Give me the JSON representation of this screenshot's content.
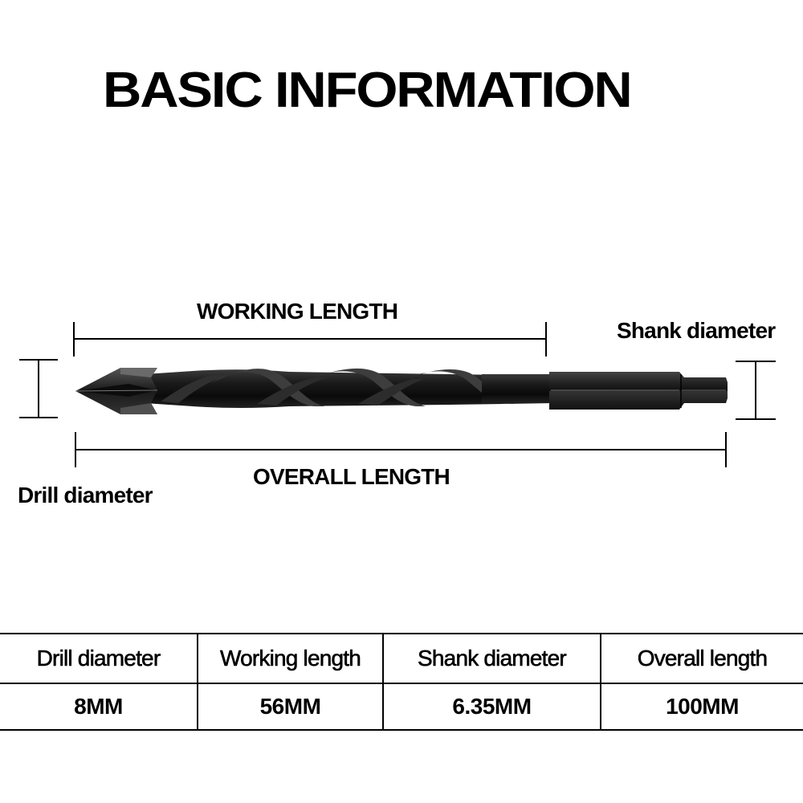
{
  "title": "BASIC INFORMATION",
  "diagram": {
    "working_length_label": "WORKING LENGTH",
    "overall_length_label": "OVERALL LENGTH",
    "shank_diameter_label": "Shank diameter",
    "drill_diameter_label": "Drill diameter"
  },
  "spec_table": {
    "headers": [
      "Drill diameter",
      "Working length",
      "Shank diameter",
      "Overall length"
    ],
    "values": [
      "8MM",
      "56MM",
      "6.35MM",
      "100MM"
    ]
  },
  "colors": {
    "text": "#000000",
    "background": "#ffffff",
    "bit_body": "#141414"
  }
}
